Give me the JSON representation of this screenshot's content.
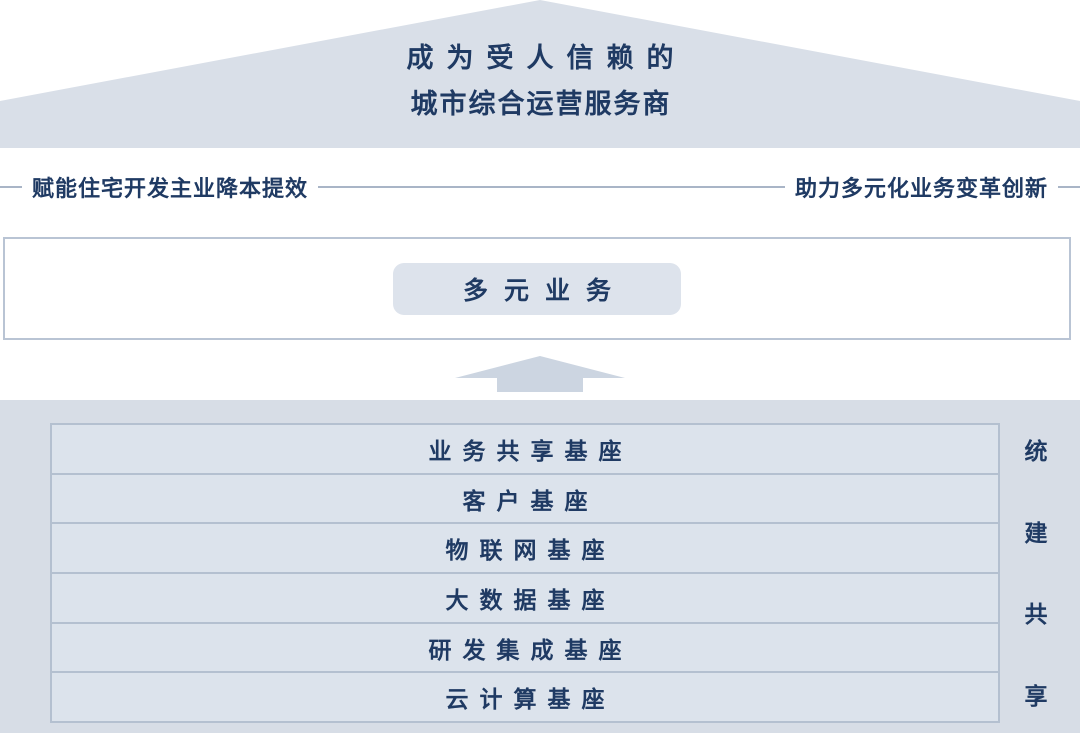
{
  "colors": {
    "roof_fill": "#d9dfe8",
    "base_fill": "#d7dde6",
    "row_fill": "#dce3ec",
    "border": "#b4c0d0",
    "accent_text": "#1f3a63",
    "line": "#a9b5c7",
    "pill_fill": "#dde3ec",
    "arrow_fill": "#ccd5e1"
  },
  "roof": {
    "vision_line1": "成为受人信赖的",
    "vision_line2": "城市综合运营服务商"
  },
  "connector": {
    "left_label": "赋能住宅开发主业降本提效",
    "right_label": "助力多元化业务变革创新"
  },
  "middle": {
    "business_label": "多元业务"
  },
  "arrow": {
    "name": "up-arrow"
  },
  "base": {
    "rows": [
      {
        "label": "业务共享基座"
      },
      {
        "label": "客户基座"
      },
      {
        "label": "物联网基座"
      },
      {
        "label": "大数据基座"
      },
      {
        "label": "研发集成基座"
      },
      {
        "label": "云计算基座"
      }
    ],
    "side_label_chars": [
      "统",
      "建",
      "共",
      "享"
    ],
    "side_label": "统建共享"
  }
}
